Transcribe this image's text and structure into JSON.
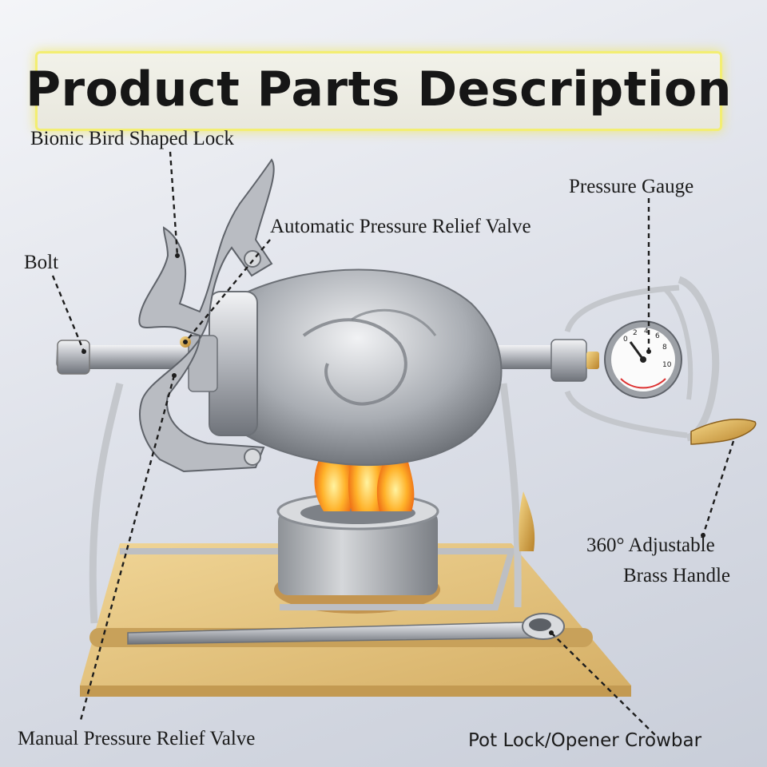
{
  "title": "Product Parts Description",
  "labels": {
    "bird_lock": "Bionic Bird Shaped Lock",
    "auto_valve": "Automatic Pressure Relief Valve",
    "bolt": "Bolt",
    "pressure_gauge": "Pressure Gauge",
    "brass_handle_line1": "360° Adjustable",
    "brass_handle_line2": "Brass Handle",
    "manual_valve": "Manual Pressure Relief Valve",
    "crowbar": "Pot Lock/Opener Crowbar"
  },
  "gauge_ticks": [
    "0",
    "2",
    "4",
    "6",
    "8",
    "10"
  ],
  "colors": {
    "highlight": "#f3ee72",
    "bamboo": "#e2c27b",
    "steel": "#b9bcc2",
    "flame": "#ff8a1a",
    "brass": "#d9a441"
  }
}
